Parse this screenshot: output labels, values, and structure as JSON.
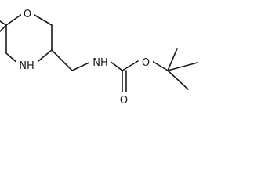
{
  "molecule": {
    "atoms": {
      "ring_oxygen": "O",
      "ring_nitrogen": "NH",
      "carbamate_nitrogen": "NH",
      "carbonyl_oxygen": "O",
      "ester_oxygen": "O"
    },
    "colors": {
      "bond": "#1a1a1a",
      "label": "#1a1a1a",
      "background": "#ffffff"
    }
  }
}
